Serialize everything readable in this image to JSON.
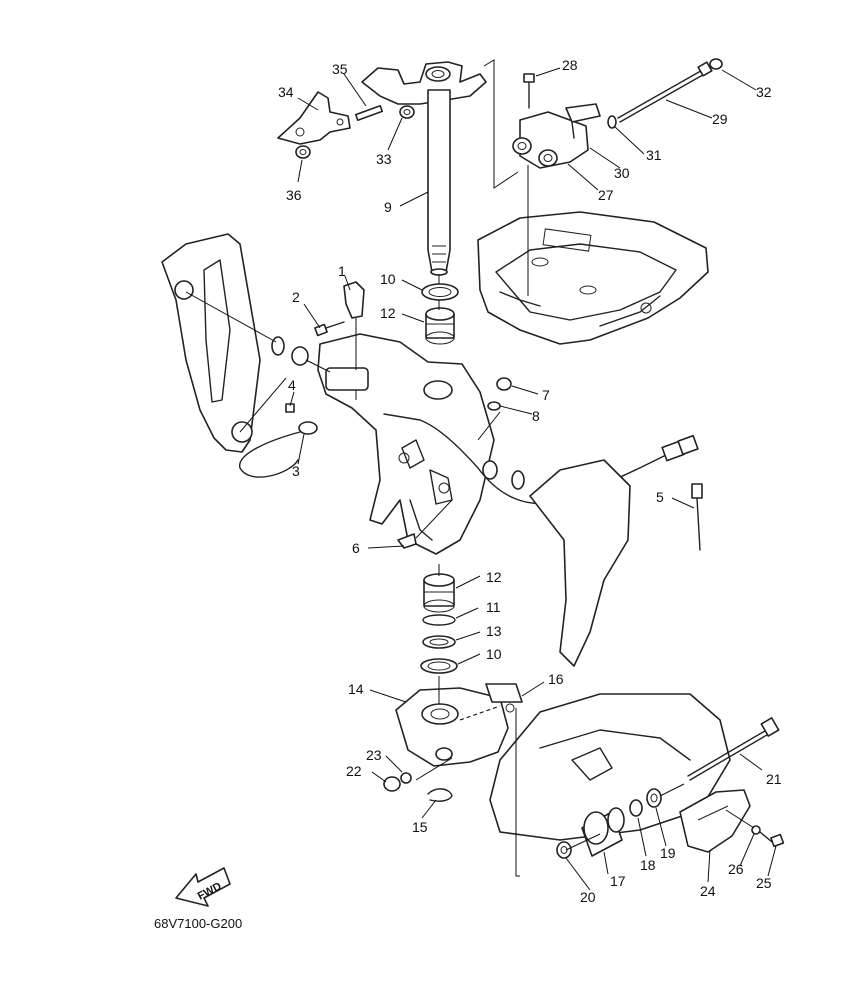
{
  "diagram": {
    "code": "68V7100-G200",
    "fwd_label": "FWD",
    "callouts": {
      "c1": "1",
      "c2": "2",
      "c3": "3",
      "c4": "4",
      "c5": "5",
      "c6": "6",
      "c7": "7",
      "c8": "8",
      "c9": "9",
      "c10a": "10",
      "c10b": "10",
      "c11": "11",
      "c12a": "12",
      "c12b": "12",
      "c13": "13",
      "c14": "14",
      "c15": "15",
      "c16": "16",
      "c17": "17",
      "c18": "18",
      "c19": "19",
      "c20": "20",
      "c21": "21",
      "c22": "22",
      "c23": "23",
      "c24": "24",
      "c25": "25",
      "c26": "26",
      "c27": "27",
      "c28": "28",
      "c29": "29",
      "c30": "30",
      "c31": "31",
      "c32": "32",
      "c33": "33",
      "c34": "34",
      "c35": "35",
      "c36": "36"
    }
  }
}
